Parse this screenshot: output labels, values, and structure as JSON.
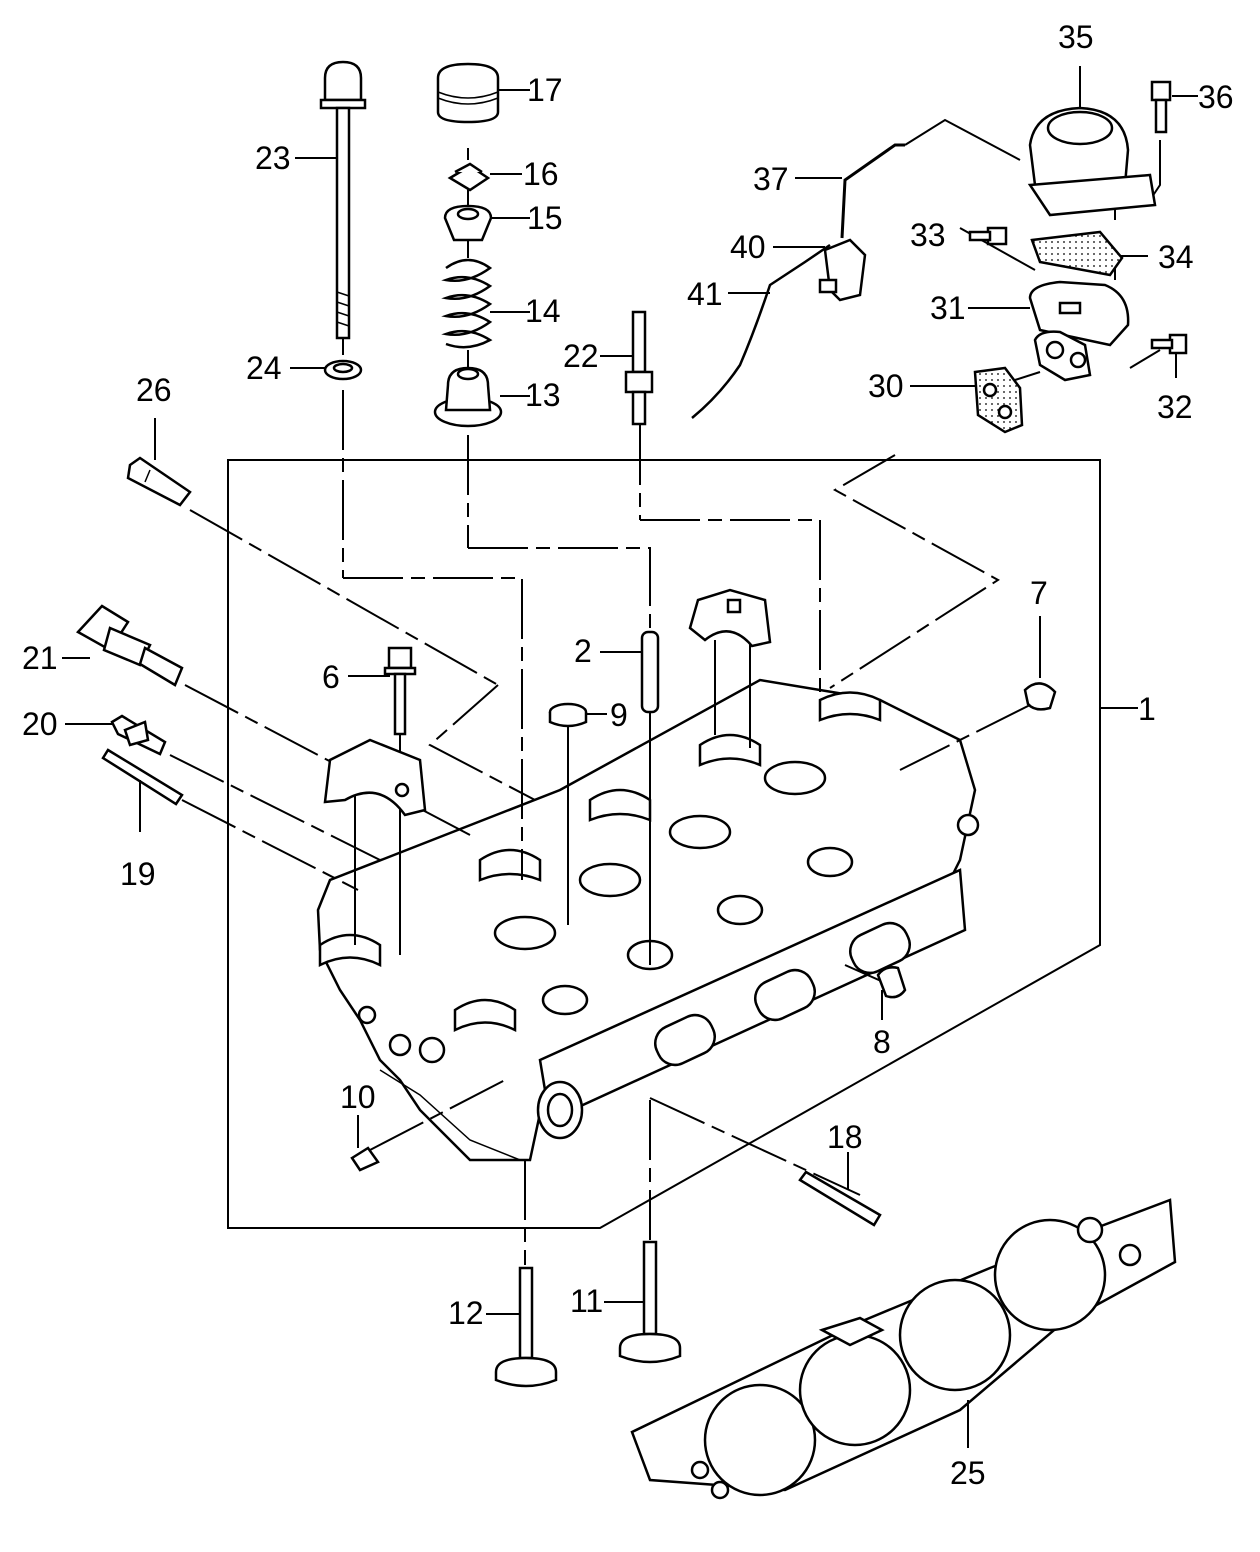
{
  "labels": {
    "p1": "1",
    "p2": "2",
    "p6": "6",
    "p7": "7",
    "p8": "8",
    "p9": "9",
    "p10": "10",
    "p11": "11",
    "p12": "12",
    "p13": "13",
    "p14": "14",
    "p15": "15",
    "p16": "16",
    "p17": "17",
    "p18": "18",
    "p19": "19",
    "p20": "20",
    "p21": "21",
    "p22": "22",
    "p23": "23",
    "p24": "24",
    "p25": "25",
    "p26": "26",
    "p30": "30",
    "p31": "31",
    "p32": "32",
    "p33": "33",
    "p34": "34",
    "p35": "35",
    "p36": "36",
    "p37": "37",
    "p40": "40",
    "p41": "41"
  }
}
